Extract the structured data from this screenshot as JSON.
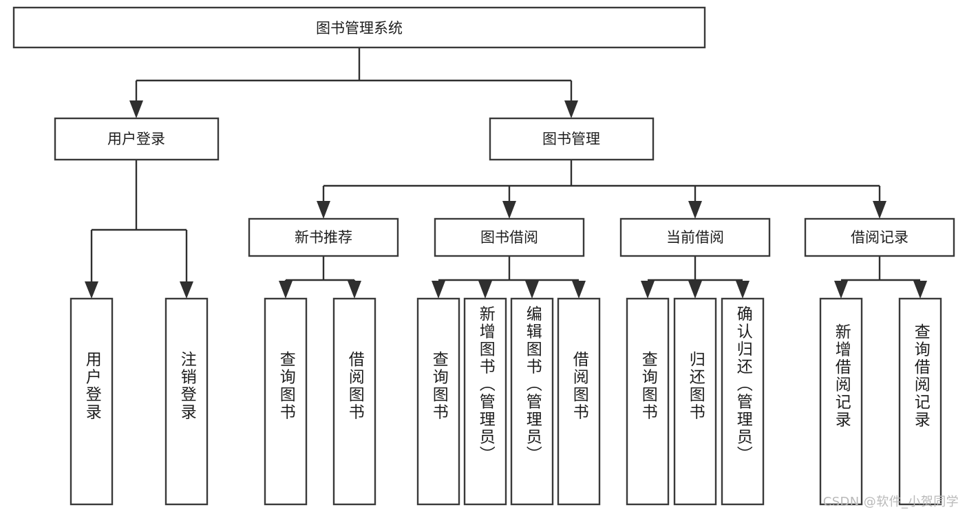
{
  "diagram": {
    "type": "tree",
    "title": "图书管理系统",
    "orientation": "top-down",
    "colors": {
      "box_stroke": "#393939",
      "box_fill": "#ffffff",
      "connector": "#2f2f2f",
      "text": "#1d1d1d",
      "watermark": "#b9b9b9",
      "background": "#ffffff"
    },
    "root": {
      "id": "root",
      "label": "图书管理系统"
    },
    "level1": [
      {
        "id": "user-login",
        "label": "用户登录"
      },
      {
        "id": "book-manage",
        "label": "图书管理"
      }
    ],
    "level2": [
      {
        "id": "new-book-recommend",
        "label": "新书推荐",
        "parent": "book-manage"
      },
      {
        "id": "book-borrow",
        "label": "图书借阅",
        "parent": "book-manage"
      },
      {
        "id": "current-borrow",
        "label": "当前借阅",
        "parent": "book-manage"
      },
      {
        "id": "borrow-record",
        "label": "借阅记录",
        "parent": "book-manage"
      }
    ],
    "leaves": [
      {
        "id": "leaf-user-login",
        "label": "用户登录",
        "parent": "user-login"
      },
      {
        "id": "leaf-user-logout",
        "label": "注销登录",
        "parent": "user-login"
      },
      {
        "id": "leaf-query-book-1",
        "label": "查询图书",
        "parent": "new-book-recommend"
      },
      {
        "id": "leaf-borrow-book-1",
        "label": "借阅图书",
        "parent": "new-book-recommend"
      },
      {
        "id": "leaf-query-book-2",
        "label": "查询图书",
        "parent": "book-borrow"
      },
      {
        "id": "leaf-add-book",
        "label": "新增图书（管理员）",
        "parent": "book-borrow"
      },
      {
        "id": "leaf-edit-book",
        "label": "编辑图书（管理员）",
        "parent": "book-borrow"
      },
      {
        "id": "leaf-borrow-book-2",
        "label": "借阅图书",
        "parent": "book-borrow"
      },
      {
        "id": "leaf-query-book-3",
        "label": "查询图书",
        "parent": "current-borrow"
      },
      {
        "id": "leaf-return-book",
        "label": "归还图书",
        "parent": "current-borrow"
      },
      {
        "id": "leaf-confirm-return",
        "label": "确认归还（管理员）",
        "parent": "current-borrow"
      },
      {
        "id": "leaf-add-record",
        "label": "新增借阅记录",
        "parent": "borrow-record"
      },
      {
        "id": "leaf-query-record",
        "label": "查询借阅记录",
        "parent": "borrow-record"
      }
    ]
  },
  "watermark": {
    "text": "CSDN @软件_小贺同学"
  }
}
